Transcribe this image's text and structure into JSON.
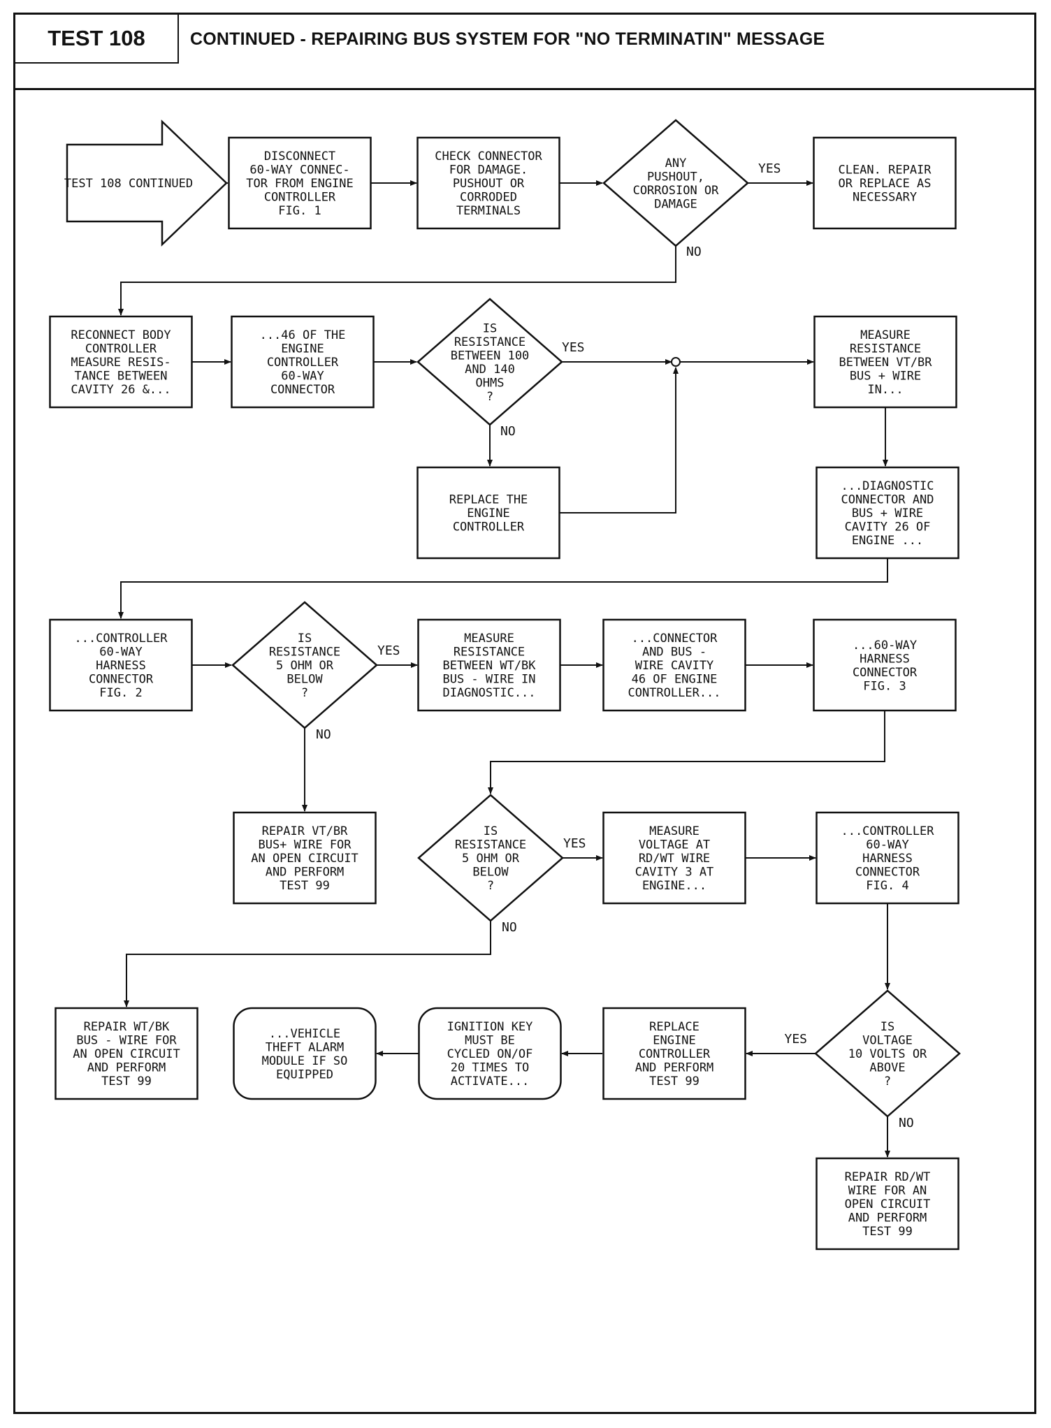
{
  "header": {
    "test_label": "TEST 108",
    "title": "CONTINUED - REPAIRING BUS SYSTEM FOR \"NO TERMINATIN\" MESSAGE"
  },
  "colors": {
    "ink": "#111111",
    "paper": "#ffffff"
  },
  "nodes": {
    "start": {
      "lines": [
        "TEST 108 CONTINUED"
      ]
    },
    "a1": {
      "lines": [
        "DISCONNECT",
        "60-WAY CONNEC-",
        "TOR FROM ENGINE",
        "CONTROLLER",
        "FIG. 1"
      ]
    },
    "a2": {
      "lines": [
        "CHECK CONNECTOR",
        "FOR DAMAGE.",
        "PUSHOUT OR",
        "CORRODED",
        "TERMINALS"
      ]
    },
    "d1": {
      "lines": [
        "ANY",
        "PUSHOUT,",
        "CORROSION OR",
        "DAMAGE"
      ]
    },
    "a3": {
      "lines": [
        "CLEAN. REPAIR",
        "OR REPLACE AS",
        "NECESSARY"
      ]
    },
    "b1": {
      "lines": [
        "RECONNECT BODY",
        "CONTROLLER",
        "MEASURE RESIS-",
        "TANCE BETWEEN",
        "CAVITY 26 &..."
      ]
    },
    "b2": {
      "lines": [
        "...46 OF THE",
        "ENGINE",
        "CONTROLLER",
        "60-WAY",
        "CONNECTOR"
      ]
    },
    "d2": {
      "lines": [
        "IS",
        "RESISTANCE",
        "BETWEEN 100",
        "AND 140",
        "OHMS",
        "?"
      ]
    },
    "b3": {
      "lines": [
        "MEASURE",
        "RESISTANCE",
        "BETWEEN VT/BR",
        "BUS + WIRE",
        "IN..."
      ]
    },
    "c1": {
      "lines": [
        "REPLACE THE",
        "ENGINE",
        "CONTROLLER"
      ]
    },
    "c2": {
      "lines": [
        "...DIAGNOSTIC",
        "CONNECTOR AND",
        "BUS + WIRE",
        "CAVITY 26 OF",
        "ENGINE ..."
      ]
    },
    "e1": {
      "lines": [
        "...CONTROLLER",
        "60-WAY",
        "HARNESS",
        "CONNECTOR",
        "FIG. 2"
      ]
    },
    "d3": {
      "lines": [
        "IS",
        "RESISTANCE",
        "5 OHM OR",
        "BELOW",
        "?"
      ]
    },
    "e2": {
      "lines": [
        "MEASURE",
        "RESISTANCE",
        "BETWEEN WT/BK",
        "BUS - WIRE IN",
        "DIAGNOSTIC..."
      ]
    },
    "e3": {
      "lines": [
        "...CONNECTOR",
        "AND BUS -",
        "WIRE CAVITY",
        "46 OF ENGINE",
        "CONTROLLER..."
      ]
    },
    "e4": {
      "lines": [
        "...60-WAY",
        "HARNESS",
        "CONNECTOR",
        "FIG. 3"
      ]
    },
    "f1": {
      "lines": [
        "REPAIR VT/BR",
        "BUS+ WIRE FOR",
        "AN OPEN CIRCUIT",
        "AND PERFORM",
        "TEST 99"
      ]
    },
    "d4": {
      "lines": [
        "IS",
        "RESISTANCE",
        "5 OHM OR",
        "BELOW",
        "?"
      ]
    },
    "f2": {
      "lines": [
        "MEASURE",
        "VOLTAGE AT",
        "RD/WT WIRE",
        "CAVITY 3 AT",
        "ENGINE..."
      ]
    },
    "f3": {
      "lines": [
        "...CONTROLLER",
        "60-WAY",
        "HARNESS",
        "CONNECTOR",
        "FIG. 4"
      ]
    },
    "g1": {
      "lines": [
        "REPAIR WT/BK",
        "BUS - WIRE FOR",
        "AN OPEN CIRCUIT",
        "AND PERFORM",
        "TEST 99"
      ]
    },
    "g2": {
      "lines": [
        "...VEHICLE",
        "THEFT ALARM",
        "MODULE IF SO",
        "EQUIPPED"
      ]
    },
    "g3": {
      "lines": [
        "IGNITION KEY",
        "MUST BE",
        "CYCLED ON/OF",
        "20 TIMES TO",
        "ACTIVATE..."
      ]
    },
    "g4": {
      "lines": [
        "REPLACE",
        "ENGINE",
        "CONTROLLER",
        "AND PERFORM",
        "TEST 99"
      ]
    },
    "d5": {
      "lines": [
        "IS",
        "VOLTAGE",
        "10 VOLTS OR",
        "ABOVE",
        "?"
      ]
    },
    "h1": {
      "lines": [
        "REPAIR RD/WT",
        "WIRE FOR AN",
        "OPEN CIRCUIT",
        "AND PERFORM",
        "TEST 99"
      ]
    }
  },
  "labels": {
    "yes": "YES",
    "no": "NO"
  }
}
